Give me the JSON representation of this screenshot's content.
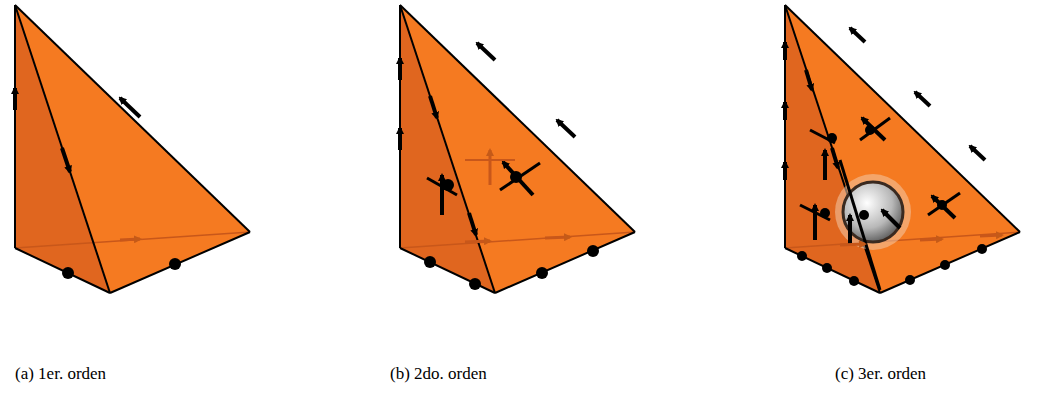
{
  "diagram": {
    "labels": [
      "(a) 1er. orden",
      "(b) 2do. orden",
      "(c) 3er. orden"
    ]
  }
}
